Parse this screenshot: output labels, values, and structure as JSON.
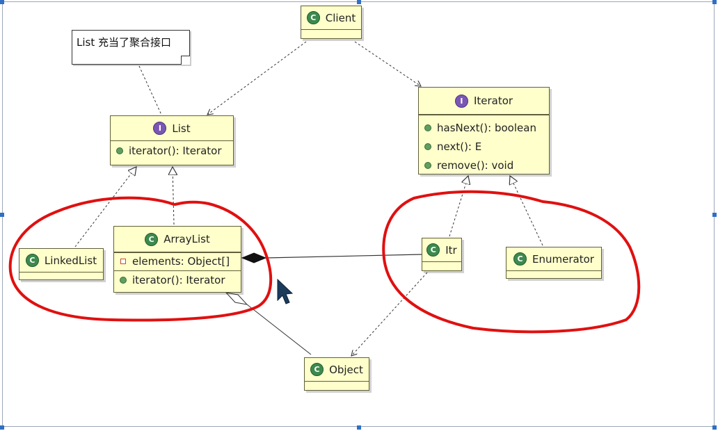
{
  "note": {
    "text": "List 充当了聚合接口"
  },
  "classes": {
    "client": {
      "name": "Client",
      "badge": "C"
    },
    "list": {
      "name": "List",
      "badge": "I",
      "methods": [
        "iterator(): Iterator"
      ]
    },
    "iterator": {
      "name": "Iterator",
      "badge": "I",
      "methods": [
        "hasNext(): boolean",
        "next(): E",
        "remove(): void"
      ]
    },
    "linkedlist": {
      "name": "LinkedList",
      "badge": "C"
    },
    "arraylist": {
      "name": "ArrayList",
      "badge": "C",
      "fields": [
        "elements: Object[]"
      ],
      "methods": [
        "iterator(): Iterator"
      ]
    },
    "itr": {
      "name": "Itr",
      "badge": "C"
    },
    "enumerator": {
      "name": "Enumerator",
      "badge": "C"
    },
    "object": {
      "name": "Object",
      "badge": "C"
    }
  },
  "colors": {
    "box_fill": "#ffffcc",
    "annotation": "#e01010",
    "class_badge": "#3c8a4e",
    "interface_badge": "#7a56b5"
  }
}
